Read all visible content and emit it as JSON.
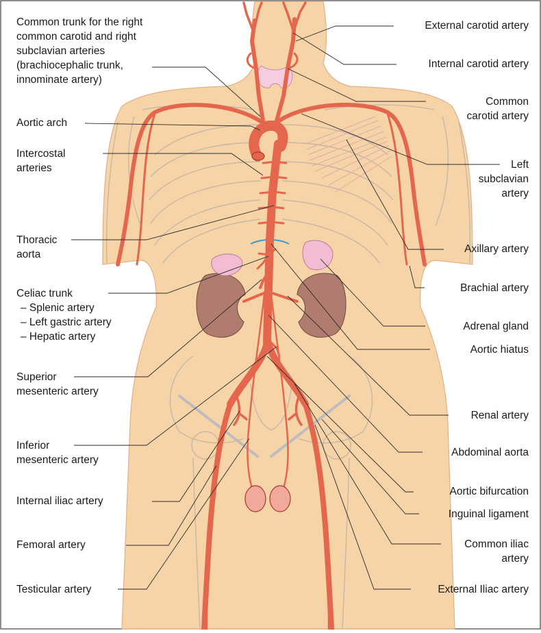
{
  "figure": {
    "colors": {
      "skin": "#f7d3a8",
      "skin_edge": "#e0b088",
      "skeleton": "#c7b7a6",
      "artery": "#e4674d",
      "artery_edge": "#a9382a",
      "kidney": "#b07c70",
      "adrenal": "#f2bcd3",
      "thyroid": "#f5cce0",
      "diaphragm": "#3a9ad6",
      "ligament": "#bdbdbd",
      "leader": "#2a2a2a"
    }
  },
  "labels_left": [
    {
      "id": "brachiocephalic",
      "lines": [
        "Common trunk for the right",
        "common carotid and right",
        "subclavian arteries",
        "(brachiocephalic trunk,",
        "innominate artery)"
      ]
    },
    {
      "id": "aortic_arch",
      "lines": [
        "Aortic arch"
      ]
    },
    {
      "id": "intercostal",
      "lines": [
        "Intercostal",
        "arteries"
      ]
    },
    {
      "id": "thoracic_aorta",
      "lines": [
        "Thoracic",
        "aorta"
      ]
    },
    {
      "id": "celiac",
      "lines": [
        "Celiac trunk",
        "– Splenic artery",
        "– Left gastric artery",
        "– Hepatic artery"
      ]
    },
    {
      "id": "sup_mesenteric",
      "lines": [
        "Superior",
        "mesenteric artery"
      ]
    },
    {
      "id": "inf_mesenteric",
      "lines": [
        "Inferior",
        "mesenteric artery"
      ]
    },
    {
      "id": "internal_iliac",
      "lines": [
        "Internal iliac artery"
      ]
    },
    {
      "id": "femoral",
      "lines": [
        "Femoral artery"
      ]
    },
    {
      "id": "testicular",
      "lines": [
        "Testicular artery"
      ]
    }
  ],
  "labels_right": [
    {
      "id": "ext_carotid",
      "lines": [
        "External carotid artery"
      ]
    },
    {
      "id": "int_carotid",
      "lines": [
        "Internal carotid artery"
      ]
    },
    {
      "id": "common_carotid",
      "lines": [
        "Common",
        "carotid artery"
      ]
    },
    {
      "id": "left_subclavian",
      "lines": [
        "Left",
        "subclavian",
        "artery"
      ]
    },
    {
      "id": "axillary",
      "lines": [
        "Axillary artery"
      ]
    },
    {
      "id": "brachial",
      "lines": [
        "Brachial artery"
      ]
    },
    {
      "id": "adrenal",
      "lines": [
        "Adrenal gland"
      ]
    },
    {
      "id": "aortic_hiatus",
      "lines": [
        "Aortic hiatus"
      ]
    },
    {
      "id": "renal",
      "lines": [
        "Renal artery"
      ]
    },
    {
      "id": "abdominal_aorta",
      "lines": [
        "Abdominal aorta"
      ]
    },
    {
      "id": "aortic_bifurcation",
      "lines": [
        "Aortic bifurcation"
      ]
    },
    {
      "id": "inguinal",
      "lines": [
        "Inguinal ligament"
      ]
    },
    {
      "id": "common_iliac",
      "lines": [
        "Common iliac",
        "artery"
      ]
    },
    {
      "id": "external_iliac",
      "lines": [
        "External Iliac artery"
      ]
    }
  ]
}
